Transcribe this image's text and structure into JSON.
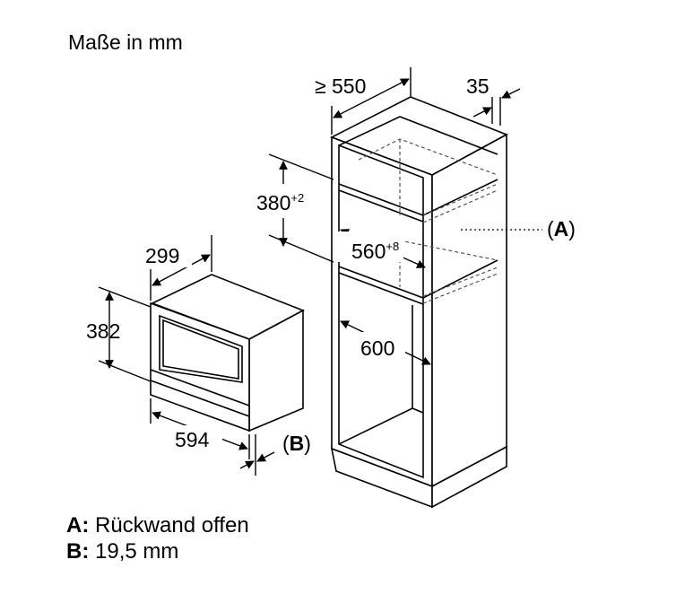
{
  "title": "Maße in mm",
  "cabinet": {
    "depth": "≥ 550",
    "gap": "35",
    "niche_height": "380",
    "niche_height_tol": "+2",
    "niche_width": "560",
    "niche_width_tol": "+8",
    "inner_width": "600",
    "callout_a": "(A)",
    "callout_a_letter": "A"
  },
  "appliance": {
    "depth": "299",
    "height": "382",
    "width": "594",
    "callout_b": "(B)"
  },
  "legend": [
    {
      "key": "A:",
      "text": "Rückwand offen"
    },
    {
      "key": "B:",
      "text": "19,5 mm"
    }
  ]
}
